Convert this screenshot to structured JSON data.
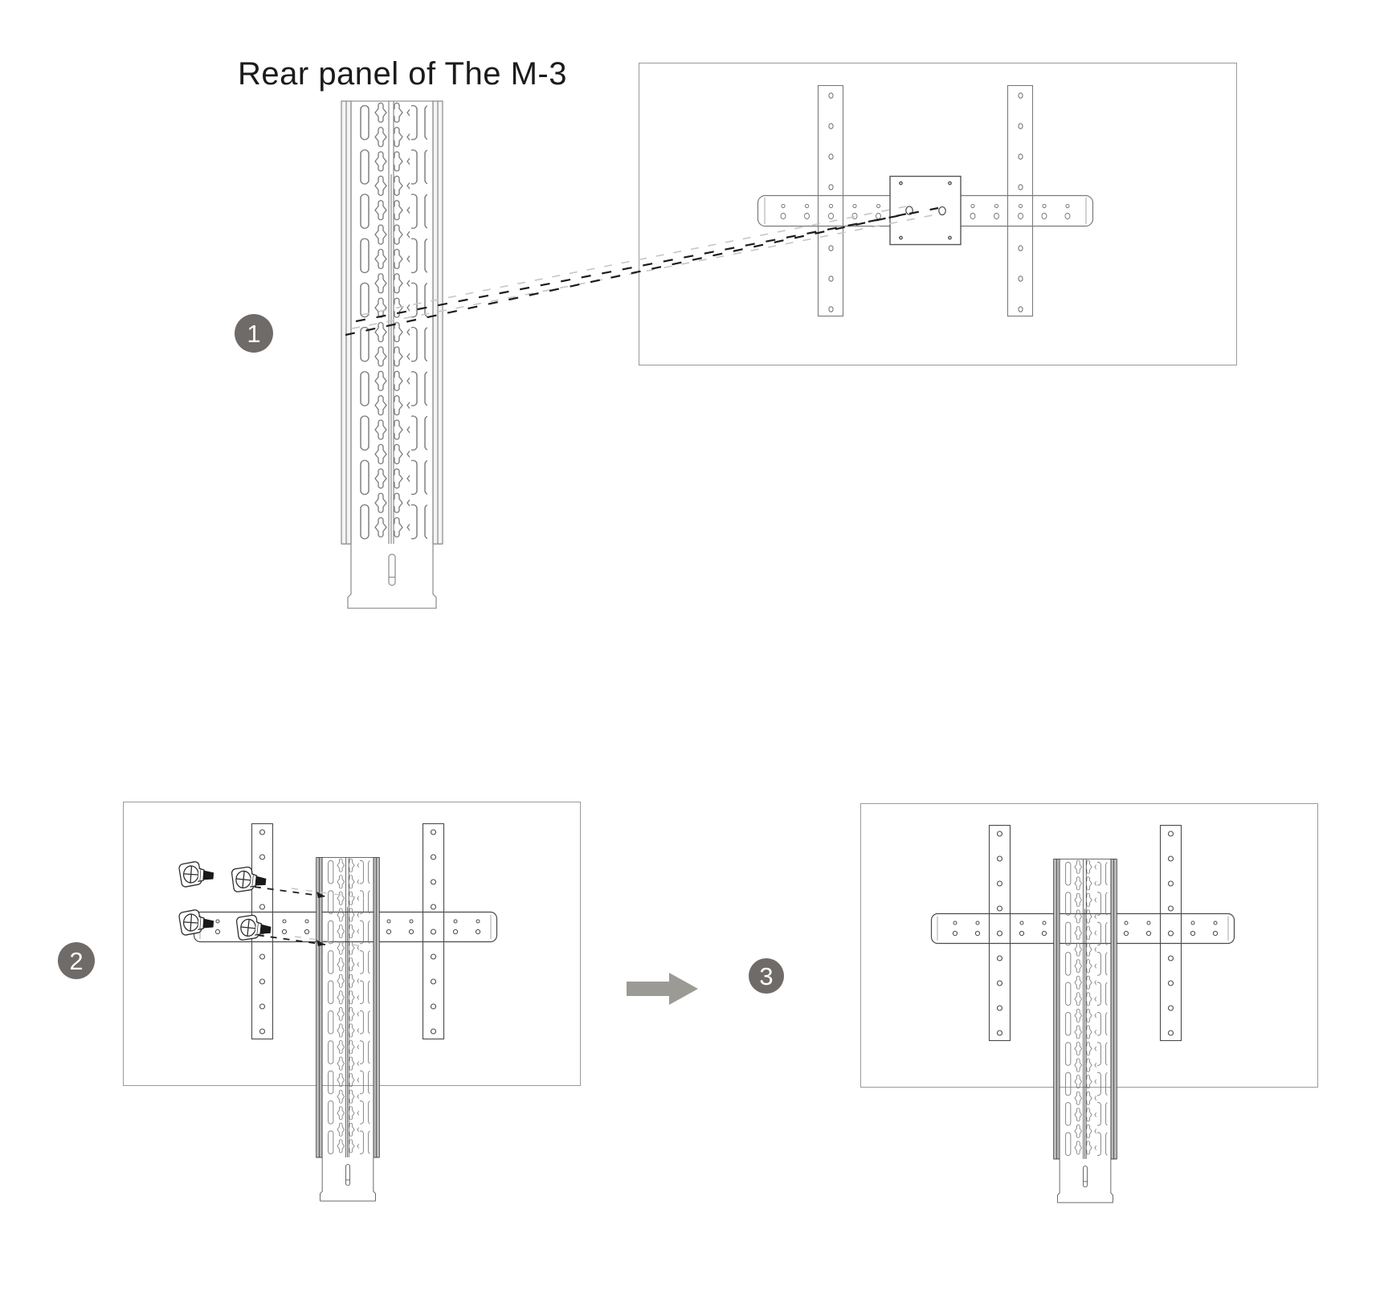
{
  "title": "Rear panel of The M-3",
  "steps": [
    {
      "label": "1"
    },
    {
      "label": "2"
    },
    {
      "label": "3"
    }
  ],
  "arrow_icon": "right-arrow",
  "colors": {
    "background": "#ffffff",
    "badge": "#6e6b68",
    "arrow": "#9c9a94",
    "line": "#7a7a7a",
    "line_dark": "#4a4a4a",
    "panel_border": "#9a9a9a",
    "wall_gray": "#b9b9b9",
    "wall_light": "#f4f4f4",
    "col_stroke_light": "#8a8a8a",
    "col_stroke_dark": "#3a3a3a",
    "dash_dark": "#1c1c1c",
    "dash_light": "#c6c6c6",
    "title_color": "#1b1b1b"
  }
}
